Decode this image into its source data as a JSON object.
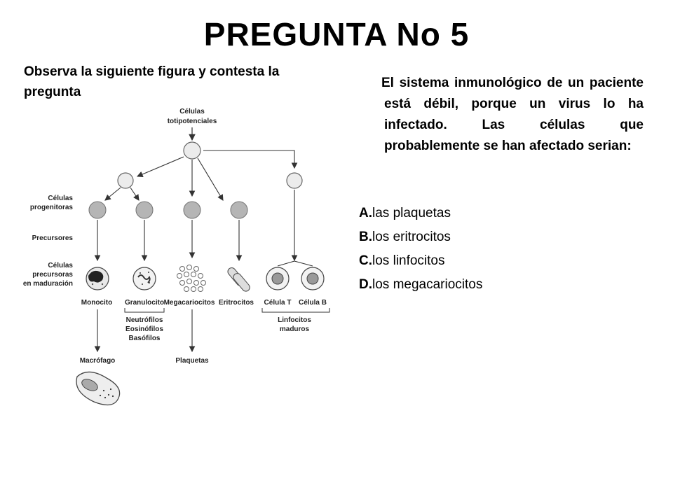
{
  "title": "PREGUNTA No 5",
  "intro": "Observa la siguiente figura y contesta la pregunta",
  "question": "El sistema inmunológico de un paciente está débil, porque un virus lo ha infectado. Las células que probablemente se han afectado serian:",
  "options": [
    {
      "letter": "A.",
      "text": "las plaquetas"
    },
    {
      "letter": "B.",
      "text": "los eritrocitos"
    },
    {
      "letter": "C.",
      "text": "los linfocitos"
    },
    {
      "letter": "D.",
      "text": "los megacariocitos"
    }
  ],
  "diagram": {
    "top_label_1": "Células",
    "top_label_2": "totipotenciales",
    "row_labels": {
      "progenitoras_1": "Células",
      "progenitoras_2": "progenitoras",
      "precursores": "Precursores",
      "maduracion_1": "Células",
      "maduracion_2": "precursoras",
      "maduracion_3": "en maduración"
    },
    "cells": {
      "monocito": "Monocito",
      "granulocito": "Granulocito",
      "megacariocitos": "Megacariocitos",
      "eritrocitos": "Eritrocitos",
      "celula_t": "Célula T",
      "celula_b": "Célula B"
    },
    "granulocyte_types": [
      "Neutrófilos",
      "Eosinófilos",
      "Basófilos"
    ],
    "linfocitos_1": "Linfocitos",
    "linfocitos_2": "maduros",
    "macrofago": "Macrófago",
    "plaquetas": "Plaquetas"
  }
}
